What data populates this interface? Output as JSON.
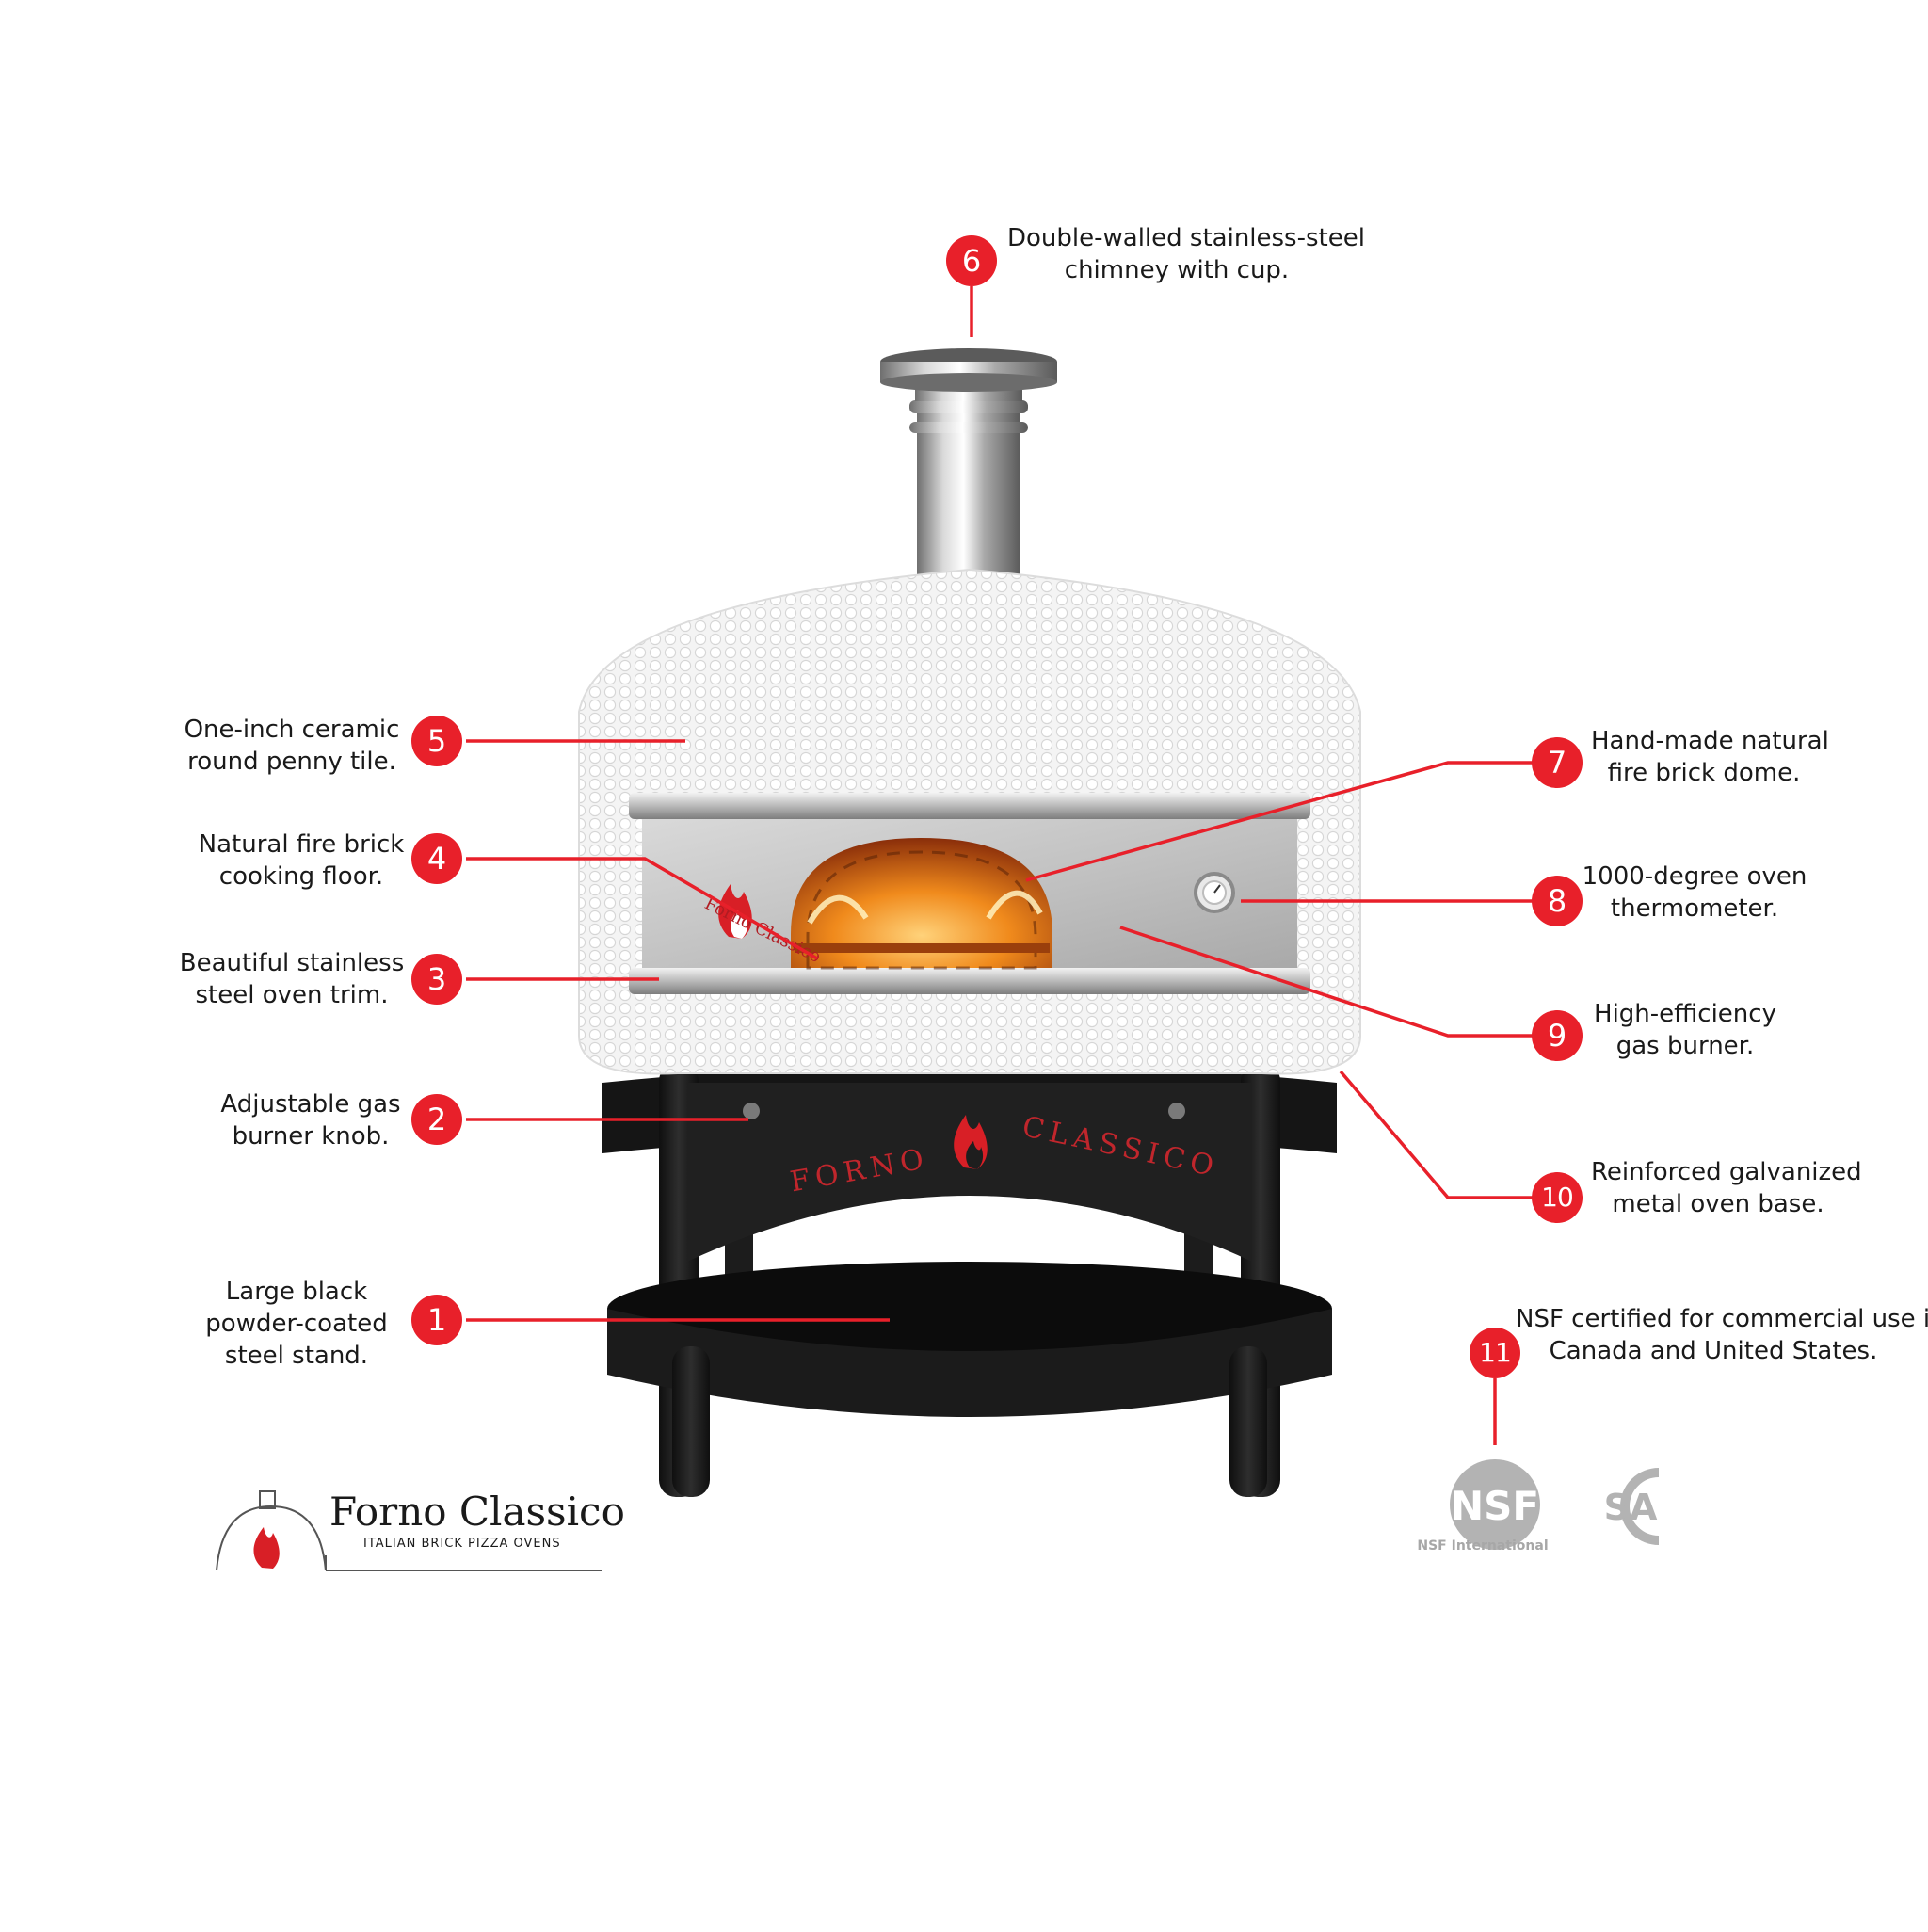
{
  "brand": {
    "name": "Forno Classico",
    "tagline": "ITALIAN BRICK PIZZA OVENS",
    "stand_text_left": "FORNO",
    "stand_text_right": "CLASSICO",
    "door_text": "Forno Classico"
  },
  "colors": {
    "accent_red": "#e8202a",
    "stand_black": "#1e1e1e",
    "tile_white": "#f4f4f4",
    "steel": "#c9c9c9",
    "fire_orange": "#f08a1c",
    "cert_gray": "#b3b3b3"
  },
  "callouts": [
    {
      "number": "1",
      "lines": [
        "Large black",
        "powder-coated",
        "steel stand."
      ]
    },
    {
      "number": "2",
      "lines": [
        "Adjustable gas",
        "burner knob."
      ]
    },
    {
      "number": "3",
      "lines": [
        "Beautiful stainless",
        "steel oven trim."
      ]
    },
    {
      "number": "4",
      "lines": [
        "Natural fire brick",
        "cooking floor."
      ]
    },
    {
      "number": "5",
      "lines": [
        "One-inch ceramic",
        "round penny tile."
      ]
    },
    {
      "number": "6",
      "lines": [
        "Double-walled stainless-steel",
        "chimney with cup."
      ]
    },
    {
      "number": "7",
      "lines": [
        "Hand-made natural",
        "fire brick dome."
      ]
    },
    {
      "number": "8",
      "lines": [
        "1000-degree oven",
        "thermometer."
      ]
    },
    {
      "number": "9",
      "lines": [
        "High-efficiency",
        "gas burner."
      ]
    },
    {
      "number": "10",
      "lines": [
        "Reinforced galvanized",
        "metal oven base."
      ]
    },
    {
      "number": "11",
      "lines": [
        "NSF certified for commercial use in",
        "Canada and United States."
      ]
    }
  ],
  "certifications": {
    "nsf_mark": "NSF",
    "nsf_caption": "NSF International",
    "csa_mark": "SA"
  }
}
